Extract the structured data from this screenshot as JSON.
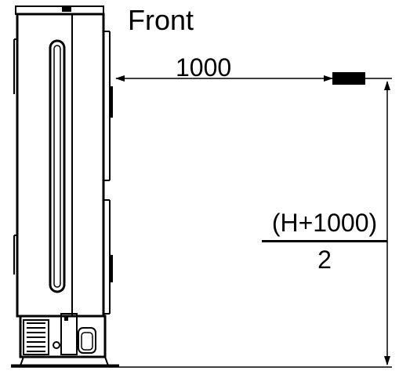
{
  "labels": {
    "front": "Front",
    "horizontal_distance": "1000",
    "vertical_numerator": "(H+1000)",
    "vertical_denominator": "2"
  }
}
